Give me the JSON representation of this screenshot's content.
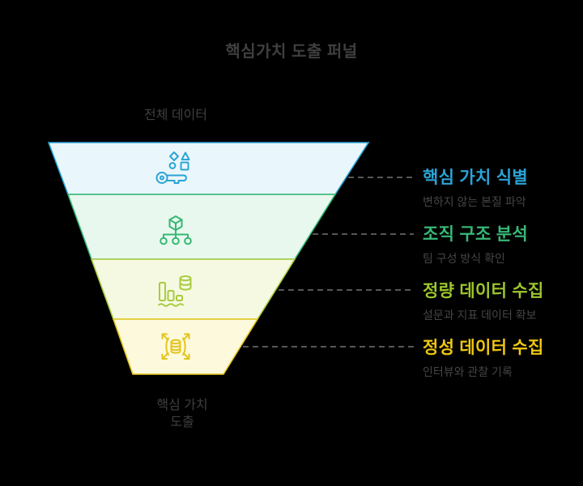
{
  "page": {
    "background": "#000000",
    "text_muted": "#3f3f3f"
  },
  "title": "핵심가치 도출 퍼널",
  "funnel": {
    "top_label": "전체 데이터",
    "bottom_label_line1": "핵심 가치",
    "bottom_label_line2": "도출"
  },
  "stages": [
    {
      "title": "핵심 가치 식별",
      "subtitle": "변하지 않는 본질 파악",
      "color": "#2BA3D6",
      "fill": "#E9F7FC",
      "stroke": "#2BA4D5",
      "icon": "key-values-icon"
    },
    {
      "title": "조직 구조 분석",
      "subtitle": "팀 구성 방식 확인",
      "color": "#38B877",
      "fill": "#E8F8EF",
      "stroke": "#35B873",
      "icon": "org-structure-icon"
    },
    {
      "title": "정량 데이터 수집",
      "subtitle": "설문과 지표 데이터 확보",
      "color": "#9DC62D",
      "fill": "#F5F9E2",
      "stroke": "#A9CB3E",
      "icon": "chart-database-icon"
    },
    {
      "title": "정성 데이터 수집",
      "subtitle": "인터뷰와 관찰 기록",
      "color": "#EFC712",
      "fill": "#FDF9DC",
      "stroke": "#E3C51D",
      "icon": "database-sync-icon"
    }
  ]
}
